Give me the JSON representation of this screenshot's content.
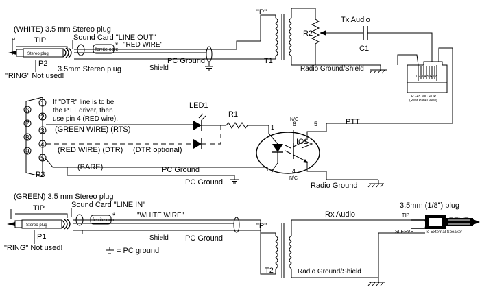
{
  "colors": {
    "ink": "#000000",
    "paper": "#ffffff"
  },
  "top_cable": {
    "white_plug": "(WHITE) 3.5 mm Stereo plug",
    "tip": "TIP",
    "line_out": "Sound Card \"LINE OUT\"",
    "plug_text": "Stereo plug",
    "ferrite": "ferrite core",
    "asterisk": "*",
    "red_wire": "\"RED WIRE\"",
    "pc_ground": "PC Ground",
    "shield": "Shield",
    "p2": "P2",
    "plug2": "3.5mm Stereo plug",
    "ring": "\"RING\" Not used!"
  },
  "tx_side": {
    "p_label": "\"P\"",
    "r2": "R2",
    "tx_audio": "Tx Audio",
    "c1": "C1",
    "t1": "T1",
    "radio_ground": "Radio Ground/Shield",
    "rj45_pins": "1 2 3 4 5 6 7 8",
    "rj45_caption1": "RJ-45 MIC PORT",
    "rj45_caption2": "(Rear Panel View)"
  },
  "ptt": {
    "db9_pins": [
      "6",
      "7",
      "8",
      "9",
      "1",
      "2",
      "3",
      "4",
      "5"
    ],
    "note1": "If \"DTR\" line is to be",
    "note2": "the PTT driver, then",
    "note3": "use pin 4 (RED wire).",
    "green_rts": "(GREEN WIRE) (RTS)",
    "red_dtr": "(RED WIRE)  (DTR)",
    "dtr_optional": "(DTR optional)",
    "bare": "(BARE)",
    "pc_ground": "PC Ground",
    "pc_ground2": "PC Ground",
    "p3": "P3",
    "led1": "LED1",
    "r1": "R1",
    "ic1": "IC1",
    "pin1": "1",
    "pin6": "6",
    "pin5": "5",
    "pin2": "2",
    "pin4": "4",
    "nc1": "N/C",
    "nc2": "N/C",
    "ptt_label": "PTT",
    "radio_ground": "Radio Ground"
  },
  "bottom_cable": {
    "green_plug": "(GREEN) 3.5 mm Stereo plug",
    "tip": "TIP",
    "line_in": "Sound Card \"LINE IN\"",
    "plug_text": "Stereo plug",
    "ferrite": "ferrite core",
    "asterisk": "*",
    "white_wire": "\"WHITE WIRE\"",
    "shield": "Shield",
    "pc_ground": "PC Ground",
    "p1": "P1",
    "ring": "\"RING\" Not used!",
    "ground_legend": "= PC ground"
  },
  "rx_side": {
    "p_label": "\"P\"",
    "rx_audio": "Rx Audio",
    "plug_18": "3.5mm (1/8\") plug",
    "tip": "TIP",
    "sleeve": "SLEEVE",
    "sleeve2": "SLEEVE",
    "to_speaker": "To External Speaker",
    "t2": "T2",
    "radio_ground": "Radio Ground/Shield"
  }
}
